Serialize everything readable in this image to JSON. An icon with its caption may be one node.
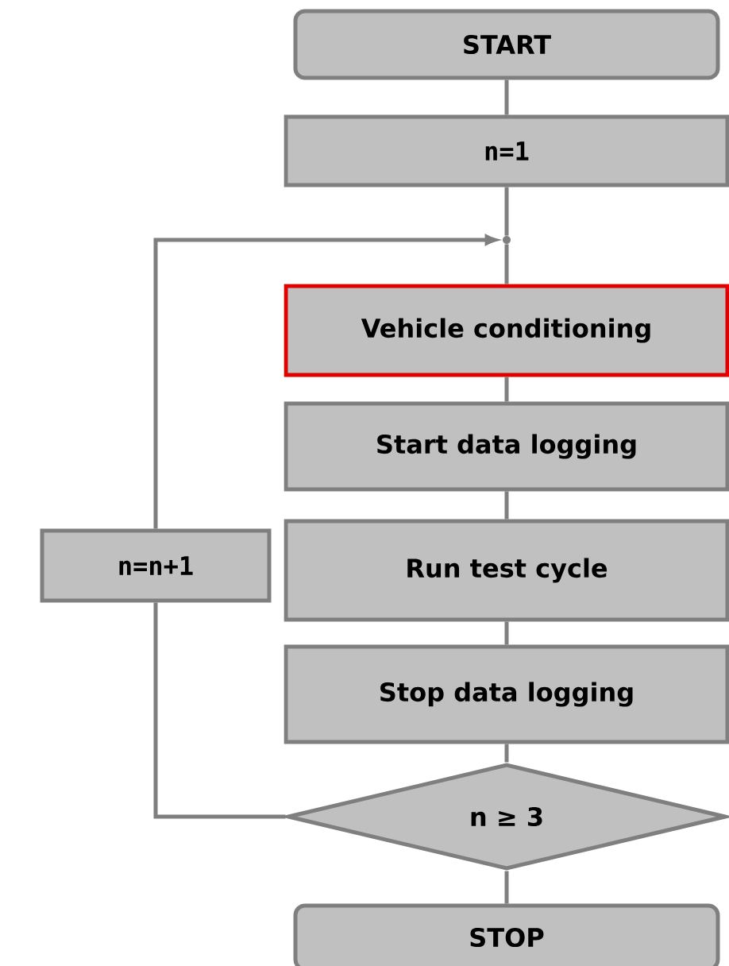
{
  "diagram": {
    "nodes": [
      {
        "text": [
          "START"
        ]
      },
      {
        "text": [
          "n=1"
        ]
      },
      {
        "text": [],
        "shape": "circle"
      },
      {
        "text": [
          "Vehicle conditioning"
        ]
      },
      {
        "text": [
          "Start data logging"
        ]
      },
      {
        "text": [
          "n=n+1"
        ]
      },
      {
        "text": [
          "Run test cycle"
        ]
      },
      {
        "text": [
          "Stop data logging"
        ]
      },
      {
        "text": [
          "n ≥ 3"
        ]
      },
      {
        "text": [
          "STOP"
        ]
      }
    ],
    "edges": [
      {
        "from": 0,
        "to": 1,
        "arrow": "none"
      },
      {
        "from": 1,
        "to": 2,
        "arrow": "none"
      },
      {
        "from": 2,
        "to": 3,
        "arrow": "none"
      },
      {
        "from": 3,
        "to": 4,
        "arrow": "none"
      },
      {
        "from": 4,
        "to": 6,
        "arrow": "none"
      },
      {
        "from": 6,
        "to": 7,
        "arrow": "none"
      },
      {
        "from": 7,
        "to": 8,
        "arrow": "none"
      },
      {
        "from": 8,
        "to": 9,
        "arrow": "none"
      },
      {
        "from": 8,
        "to": 5,
        "arrow": "none"
      },
      {
        "from": 5,
        "to": 2,
        "arrow": "to"
      }
    ]
  }
}
